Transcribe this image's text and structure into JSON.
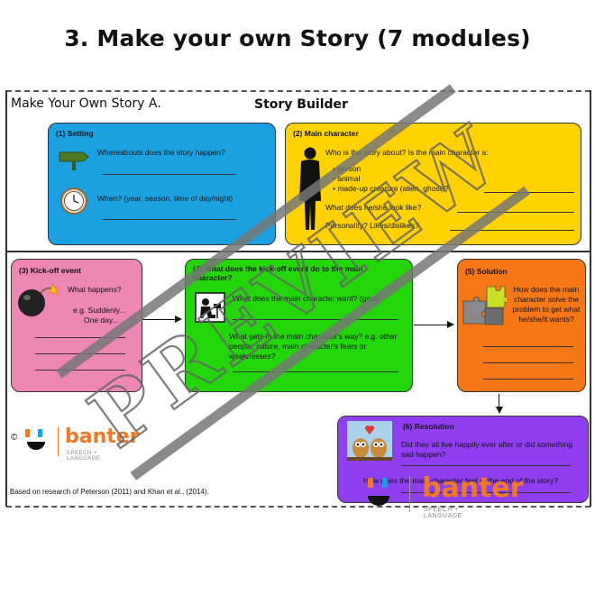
{
  "heading": "3. Make your own Story (7 modules)",
  "sheet": {
    "title_left": "Make Your Own Story A.",
    "title_center": "Story Builder",
    "footnote": "Based on research of Peterson (2011) and Khan et al., (2014)."
  },
  "panels": {
    "setting": {
      "title": "(1) Setting",
      "q1": "Whereabouts does the story happen?",
      "q2": "When? (year, season, time of day/night)",
      "color": "#1ba1e2"
    },
    "main_character": {
      "title": "(2) Main character",
      "q1": "Who is the story about? Is the main character a:",
      "options": [
        "person",
        "animal",
        "made-up creature (alien, ghost)?"
      ],
      "q2": "What does he/she look like?",
      "q3": "Personality? Likes/dislikes?",
      "color": "#ffd200"
    },
    "kickoff": {
      "title": "(3) Kick-off event",
      "q1": "What happens?",
      "q2": "e.g. Suddenly...",
      "q3": "One day...",
      "color": "#ee86b6"
    },
    "reaction": {
      "title": "(4) What does the kick-off event do to the main character?",
      "q1": "What does the main character want? (goal)",
      "q2": "What gets in the main character's way? e.g. other people, nature, main character's fears or weaknesses?",
      "color": "#22d60a"
    },
    "solution": {
      "title": "(5) Solution",
      "q1": "How does the main character solve the problem to get what he/she/it wants?",
      "color": "#f57716"
    },
    "resolution": {
      "title": "(6) Resolution",
      "q1": "Did they all live happily ever after or did something sad happen?",
      "q2": "How does the main character feel at the end of the story?",
      "color": "#8f3ff0"
    }
  },
  "logo": {
    "copyright": "©",
    "name": "banter",
    "tagline": "SPEECH + LANGUAGE",
    "color": "#f07a22"
  },
  "watermark": "PREVIEW"
}
